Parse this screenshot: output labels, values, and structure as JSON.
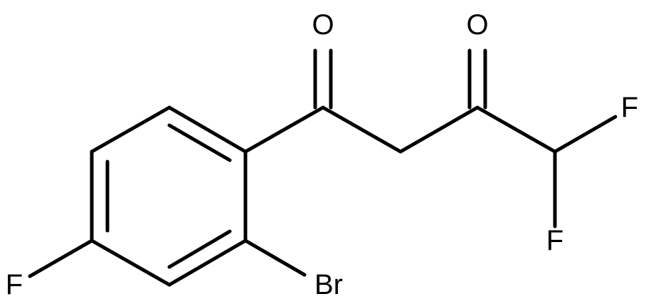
{
  "molecule": {
    "atoms": {
      "o1": "O",
      "o2": "O",
      "f_top": "F",
      "f_bottom": "F",
      "f_ring": "F",
      "br": "Br"
    }
  }
}
